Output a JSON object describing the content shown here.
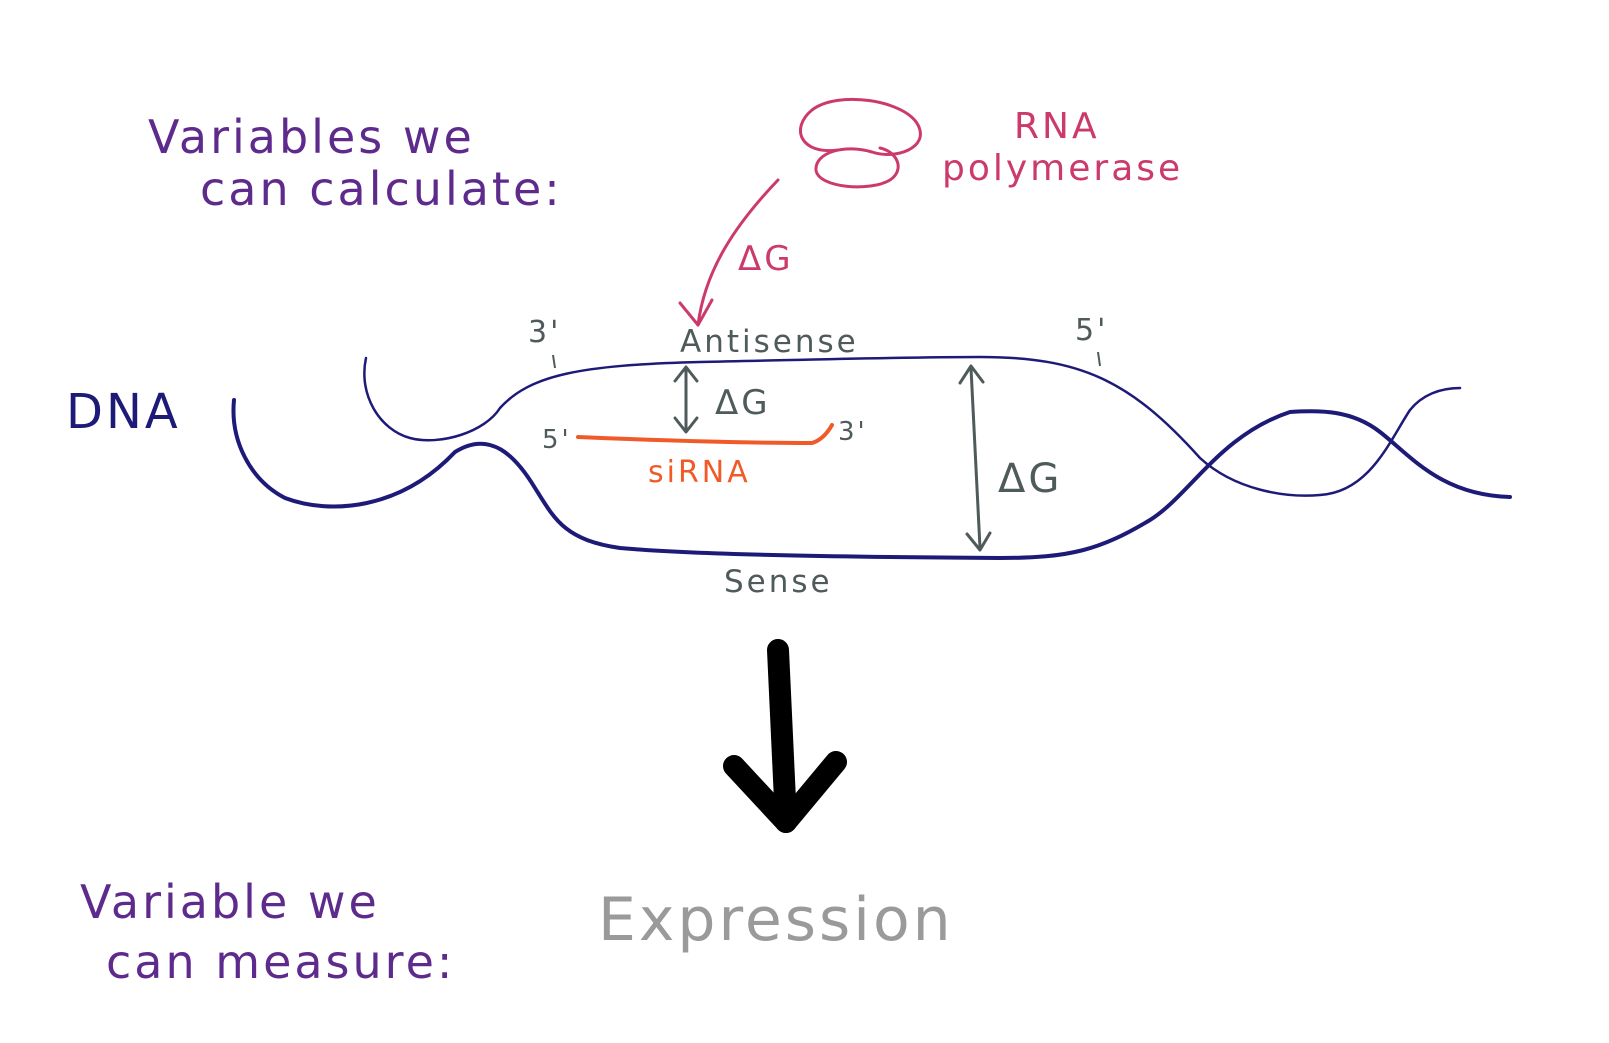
{
  "labels": {
    "calc_line1": "Variables we",
    "calc_line2": "can calculate:",
    "polymerase_line1": "RNA",
    "polymerase_line2": "polymerase",
    "delta_g": "ΔG",
    "dna": "DNA",
    "antisense": "Antisense",
    "sense": "Sense",
    "sirna": "siRNA",
    "three_prime": "3'",
    "five_prime": "5'",
    "measure_line1": "Variable we",
    "measure_line2": "can measure:",
    "expression": "Expression"
  },
  "colors": {
    "purple_text": "#5e2b8c",
    "polymerase": "#cc3a6c",
    "dna_strand": "#1e1a78",
    "annotation_grey": "#4f5a5a",
    "sirna": "#ef5a28",
    "expression": "#9a9a9a",
    "big_arrow": "#000000"
  }
}
